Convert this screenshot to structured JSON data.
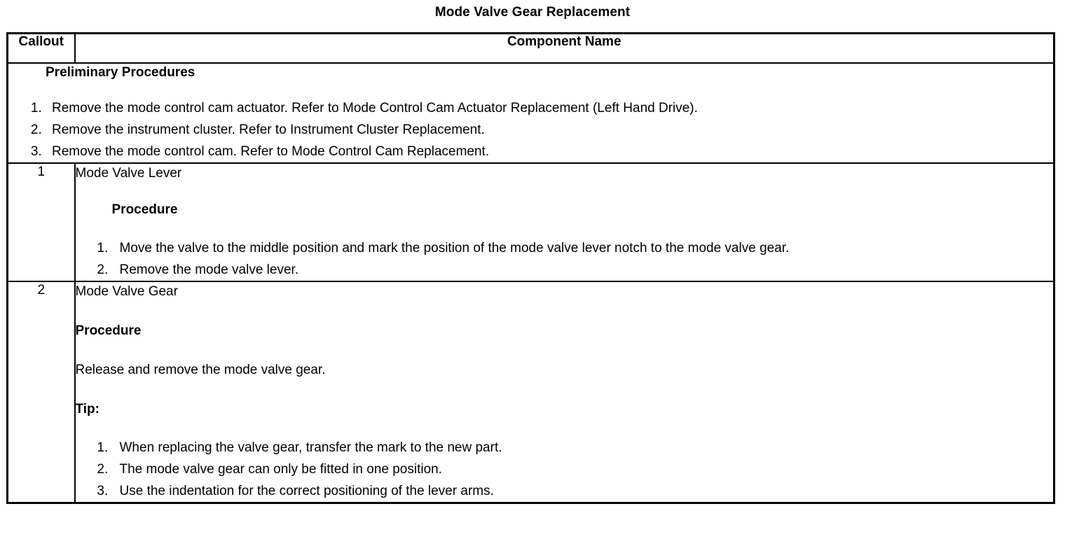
{
  "document": {
    "title": "Mode Valve Gear Replacement"
  },
  "table": {
    "headers": {
      "callout": "Callout",
      "component_name": "Component Name"
    },
    "preliminary": {
      "heading": "Preliminary Procedures",
      "steps": [
        "Remove the mode control cam actuator. Refer to Mode Control Cam Actuator Replacement (Left Hand Drive).",
        "Remove the instrument cluster. Refer to Instrument Cluster Replacement.",
        "Remove the mode control cam. Refer to Mode Control Cam Replacement."
      ]
    },
    "rows": [
      {
        "callout": "1",
        "component_name": "Mode Valve Lever",
        "procedure_heading": "Procedure",
        "procedure_steps": [
          "Move the valve to the middle position and mark the position of the mode valve lever notch to the mode valve gear.",
          "Remove the mode valve lever."
        ]
      },
      {
        "callout": "2",
        "component_name": "Mode Valve Gear",
        "procedure_heading": "Procedure",
        "procedure_text": "Release and remove the mode valve gear.",
        "tip_heading": "Tip:",
        "tip_steps": [
          "When replacing the valve gear, transfer the mark to the new part.",
          "The mode valve gear can only be fitted in one position.",
          "Use the indentation for the correct positioning of the lever arms."
        ]
      }
    ]
  }
}
